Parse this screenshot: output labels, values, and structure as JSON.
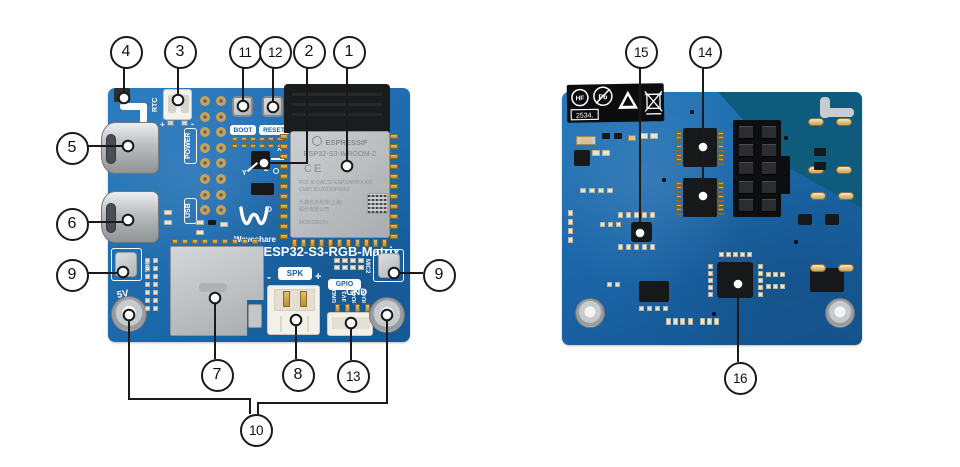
{
  "callouts": [
    "4",
    "3",
    "11",
    "12",
    "2",
    "1",
    "5",
    "6",
    "9",
    "9",
    "7",
    "8",
    "13",
    "10",
    "15",
    "14",
    "16"
  ],
  "left_board": {
    "title_silkscreen": "ESP32-S3-RGB-Matrix",
    "brand": "Waveshare",
    "module": {
      "brand": "ESPRESSIF",
      "model": "ESP32-S3-WROOM-2",
      "ce_mark": "CE",
      "cert_line1": "FCC ID:2AC7Z-ESP32WROOM2",
      "cert_line2": "CMIIT ID:2022DP8363",
      "mfr_line1": "乐鑫信息科技(上海)",
      "mfr_line2": "股份有限公司",
      "part_code": "MCN32R16V"
    },
    "labels": {
      "rtc": "RTC",
      "plus": "+",
      "minus": "-",
      "power": "POWER",
      "usb": "USB",
      "boot": "BOOT",
      "reset": "RESET",
      "mic1": "MIC1",
      "mic2": "MIC2",
      "spk": "SPK",
      "gpio": "GPIO",
      "v5": "5V",
      "gnd": "GND",
      "axis_x": "X",
      "axis_y": "Y",
      "axis_z": "Z"
    },
    "gpio_pins": [
      "GND",
      "3V3",
      "IO46",
      "IO45"
    ]
  },
  "right_board": {
    "compliance_label": {
      "hf": "HF",
      "pb": "Pb",
      "code": "2534."
    }
  },
  "colors": {
    "pcb_blue": "#1f6cb0",
    "pcb_teal": "#0d5a78",
    "leader_line": "#1a1a1a"
  }
}
